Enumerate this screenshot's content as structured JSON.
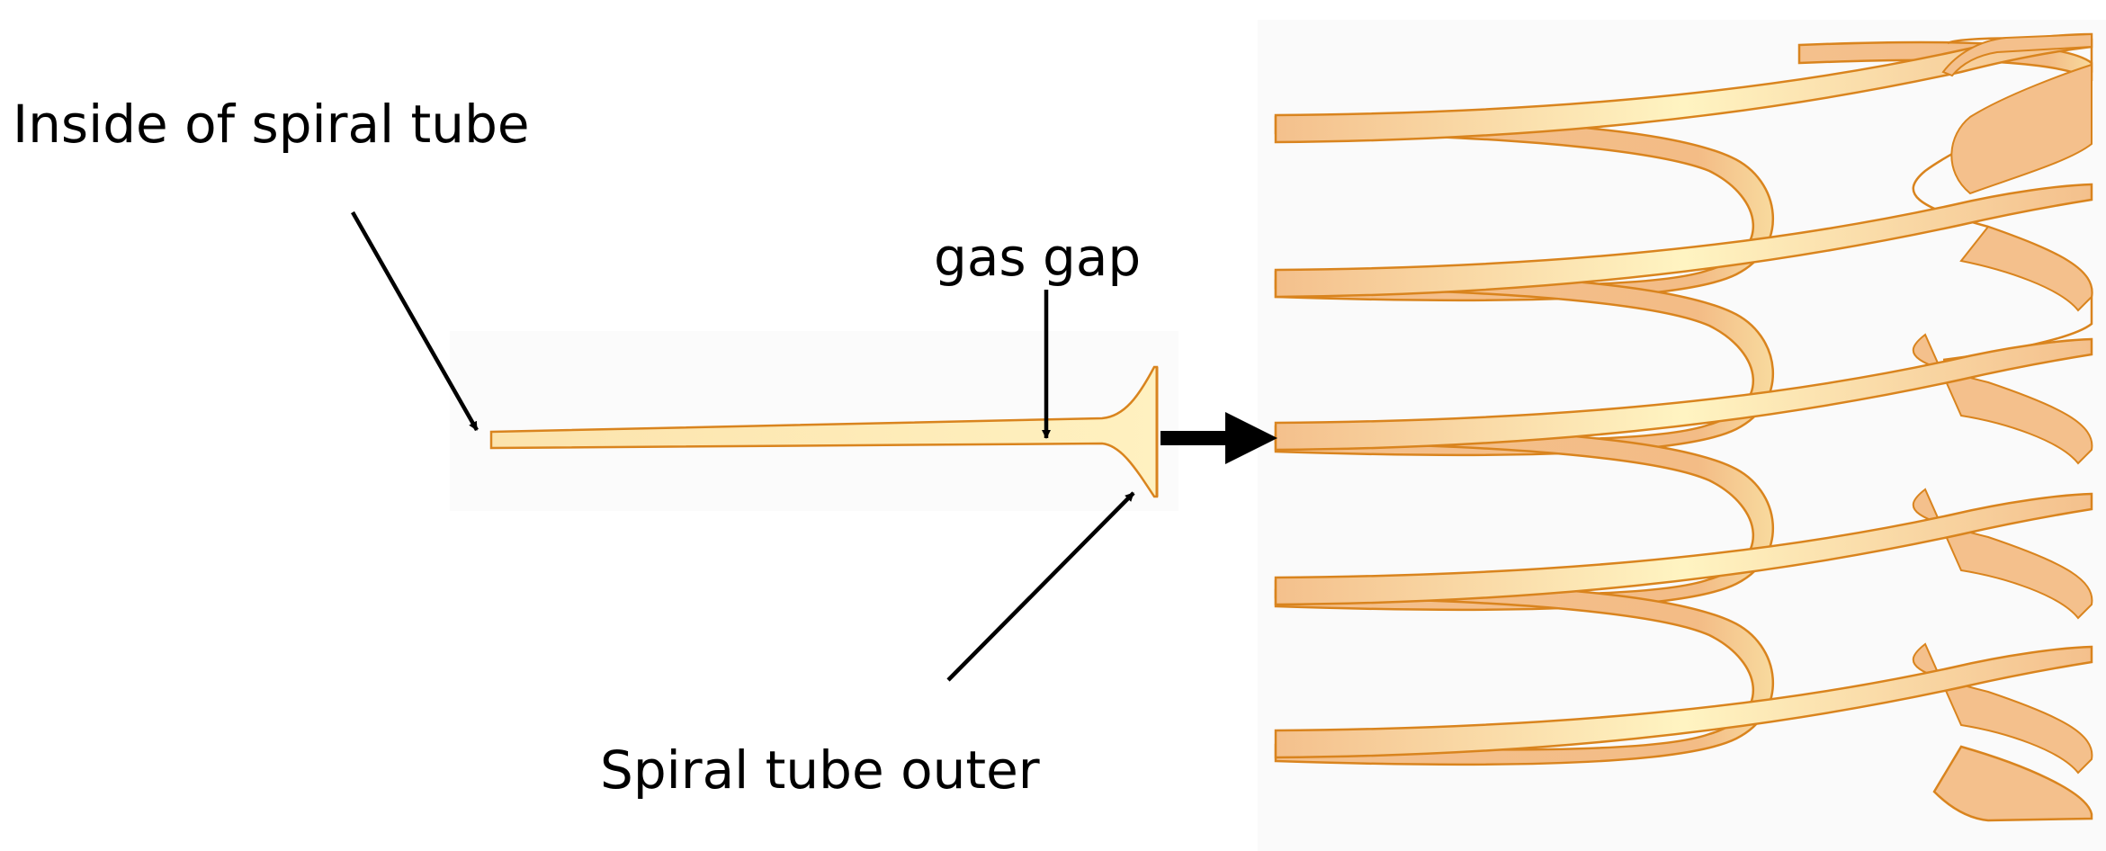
{
  "labels": {
    "inside": "Inside of spiral tube",
    "gas_gap": "gas gap",
    "outer": "Spiral tube outer"
  },
  "colors": {
    "tube_edge": "#D9841E",
    "tube_light": "#FFF4C2",
    "tube_mid": "#F8DA9E",
    "tube_dark": "#F4C08C",
    "arrow": "#000000"
  },
  "icons": {
    "cross_section": "tube-cross-section",
    "spiral": "spiral-tube-3d",
    "transform_arrow": "bold-right-arrow"
  }
}
